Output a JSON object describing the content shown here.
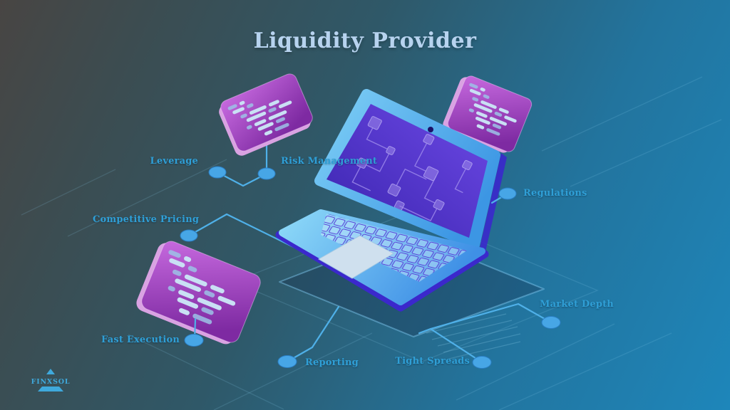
{
  "title": "Liquidity Provider",
  "brand": {
    "name": "FINXSOL"
  },
  "features": [
    {
      "id": "leverage",
      "label": "Leverage"
    },
    {
      "id": "risk-management",
      "label": "Risk Management"
    },
    {
      "id": "regulations",
      "label": "Regulations"
    },
    {
      "id": "competitive-pricing",
      "label": "Competitive Pricing"
    },
    {
      "id": "fast-execution",
      "label": "Fast Execution"
    },
    {
      "id": "reporting",
      "label": "Reporting"
    },
    {
      "id": "tight-spreads",
      "label": "Tight Spreads"
    },
    {
      "id": "market-depth",
      "label": "Market Depth"
    }
  ],
  "illustration": {
    "center_icon": "laptop-with-circuit-screen",
    "card_icon": "code-card",
    "node_icon": "connector-node-dot"
  },
  "colors": {
    "title_text": "#b7d3ef",
    "label_text": "#2f9fd6",
    "connector_line": "#4fb0e8",
    "node_fill": "#47a6e6",
    "card_top": "#c76adf",
    "card_bottom": "#7e2aa2",
    "card_edge": "#d9a2e2",
    "code_line": "#c9e0f4",
    "laptop_frame": "#5cbcf2",
    "laptop_screen": "#5535d6",
    "laptop_edge": "#3b28cc",
    "logo": "#3fa9dc",
    "bg_top_left": "#484543",
    "bg_middle": "#2f5868",
    "bg_bottom_right": "#1e86ba"
  }
}
